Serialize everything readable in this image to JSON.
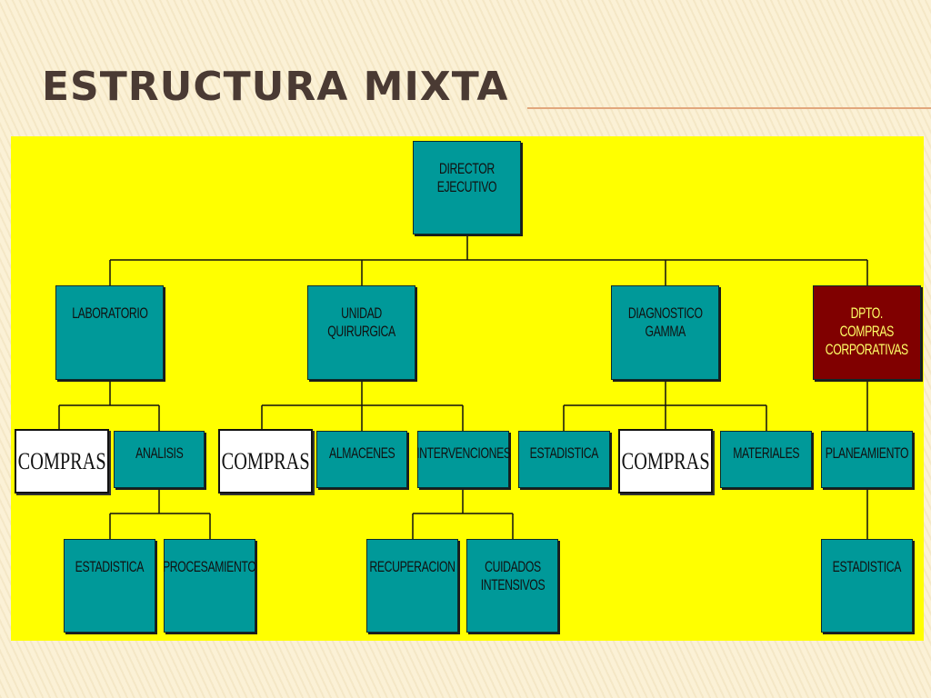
{
  "slide": {
    "title": "ESTRUCTURA MIXTA"
  },
  "org": {
    "director": "DIRECTOR\nEJECUTIVO",
    "laboratorio": "LABORATORIO",
    "unidad_quirurgica": "UNIDAD QUIRURGICA",
    "diagnostico": "DIAGNOSTICO\nGAMMA",
    "dpto_compras": "DPTO. COMPRAS\nCORPORATIVAS",
    "compras_lab": "COMPRAS",
    "analisis": "ANALISIS",
    "compras_uq": "COMPRAS",
    "almacenes": "ALMACENES",
    "intervenciones": "INTERVENCIONES",
    "estadistica_diag": "ESTADISTICA",
    "compras_diag": "COMPRAS",
    "materiales": "MATERIALES",
    "planeamiento": "PLANEAMIENTO",
    "estadistica_analisis": "ESTADISTICA",
    "procesamiento": "PROCESAMIENTO",
    "recuperacion": "RECUPERACION",
    "cuidados": "CUIDADOS\nINTENSIVOS",
    "estadistica_plan": "ESTADISTICA"
  },
  "colors": {
    "chart_background": "#ffff00",
    "box_fill": "#009999",
    "highlight_box_fill": "#800000",
    "highlight_box_text": "#ffff66",
    "compras_box_fill": "#ffffff",
    "title_text": "#4a3a33"
  }
}
